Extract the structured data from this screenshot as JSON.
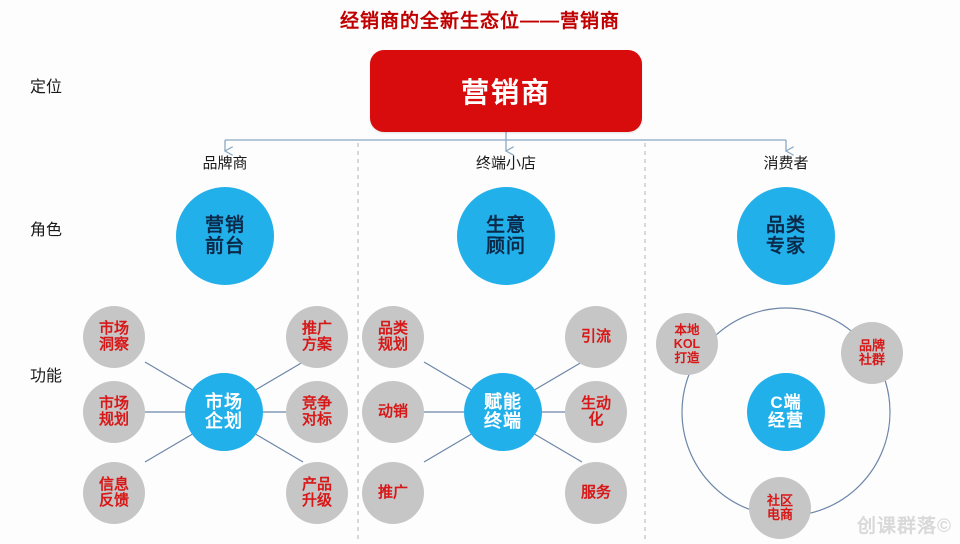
{
  "title": "经销商的全新生态位——营销商",
  "watermark": "创课群落©",
  "colors": {
    "title_red": "#c00000",
    "box_red": "#d80c0c",
    "circle_blue": "#22b0ea",
    "node_gray": "#c6c6c6",
    "node_text_red": "#d81818",
    "connector_blue": "#8aa9c4"
  },
  "row_labels": [
    {
      "id": "positioning",
      "label": "定位"
    },
    {
      "id": "role",
      "label": "角色"
    },
    {
      "id": "function",
      "label": "功能"
    }
  ],
  "root": {
    "label": "营销商"
  },
  "columns": [
    {
      "id": "brand",
      "header": "品牌商",
      "role": {
        "lines": [
          "营销",
          "前台"
        ]
      },
      "hub": {
        "lines": [
          "市场",
          "企划"
        ]
      },
      "nodes_left": [
        {
          "lines": [
            "市场",
            "洞察"
          ]
        },
        {
          "lines": [
            "市场",
            "规划"
          ]
        },
        {
          "lines": [
            "信息",
            "反馈"
          ]
        }
      ],
      "nodes_right": [
        {
          "lines": [
            "推广",
            "方案"
          ]
        },
        {
          "lines": [
            "竞争",
            "对标"
          ]
        },
        {
          "lines": [
            "产品",
            "升级"
          ]
        }
      ]
    },
    {
      "id": "store",
      "header": "终端小店",
      "role": {
        "lines": [
          "生意",
          "顾问"
        ]
      },
      "hub": {
        "lines": [
          "赋能",
          "终端"
        ]
      },
      "nodes_left": [
        {
          "lines": [
            "品类",
            "规划"
          ]
        },
        {
          "lines": [
            "动销"
          ]
        },
        {
          "lines": [
            "推广"
          ]
        }
      ],
      "nodes_right": [
        {
          "lines": [
            "引流"
          ]
        },
        {
          "lines": [
            "生动",
            "化"
          ]
        },
        {
          "lines": [
            "服务"
          ]
        }
      ]
    },
    {
      "id": "consumer",
      "header": "消费者",
      "role": {
        "lines": [
          "品类",
          "专家"
        ]
      },
      "hub": {
        "lines": [
          "C端",
          "经营"
        ]
      },
      "orbit_nodes": [
        {
          "position": "left",
          "lines": [
            "本地",
            "KOL",
            "打造"
          ]
        },
        {
          "position": "right",
          "lines": [
            "品牌",
            "社群"
          ]
        },
        {
          "position": "bottom",
          "lines": [
            "社区",
            "电商"
          ]
        }
      ]
    }
  ]
}
